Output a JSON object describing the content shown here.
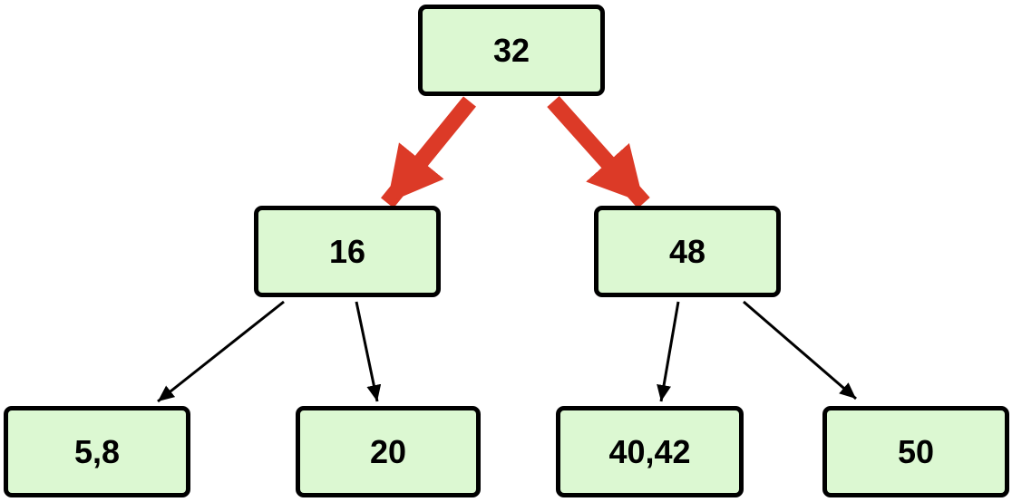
{
  "tree": {
    "root": {
      "label": "32"
    },
    "left": {
      "label": "16"
    },
    "right": {
      "label": "48"
    },
    "left_left": {
      "label": "5,8"
    },
    "left_right": {
      "label": "20"
    },
    "right_left": {
      "label": "40,42"
    },
    "right_right": {
      "label": "50"
    }
  },
  "colors": {
    "node_fill": "#dcf8d2",
    "node_border": "#000000",
    "highlight_arrow": "#dc3a27",
    "normal_arrow": "#000000"
  }
}
